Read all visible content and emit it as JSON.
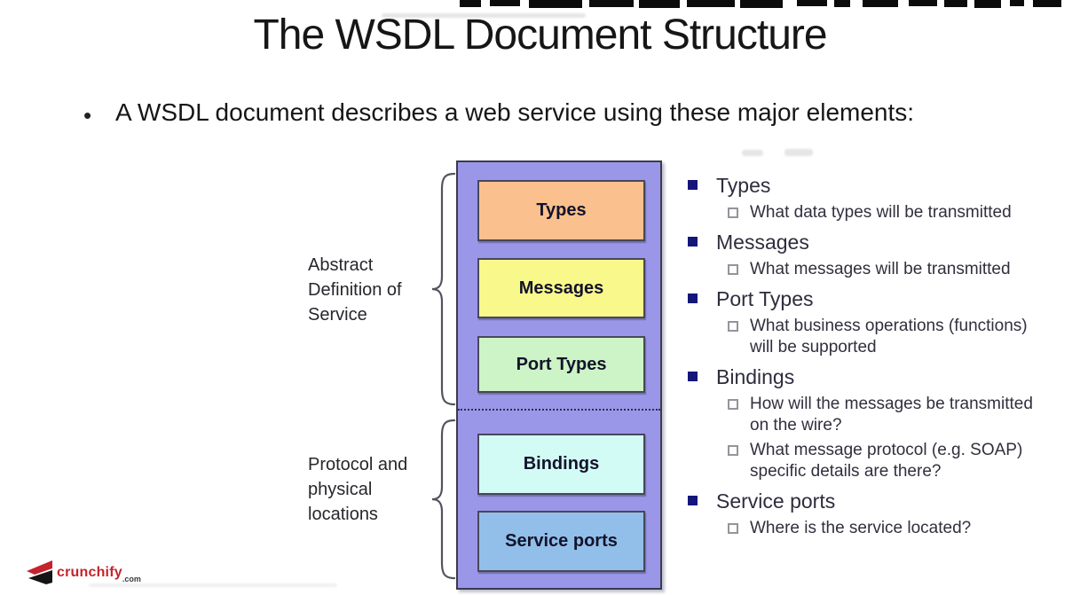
{
  "slide": {
    "title": "The WSDL Document Structure",
    "bullet_glyph": "•",
    "bullet_text": "A WSDL document describes a web service using these major elements:"
  },
  "diagram": {
    "container_color": "#9b97e8",
    "section_labels": [
      {
        "lines": [
          "Abstract",
          "Definition of",
          "Service"
        ]
      },
      {
        "lines": [
          "Protocol and",
          "physical",
          "locations"
        ]
      }
    ],
    "boxes": [
      {
        "label": "Types",
        "color": "#fac08d"
      },
      {
        "label": "Messages",
        "color": "#f9f98b"
      },
      {
        "label": "Port Types",
        "color": "#cdf4c6"
      },
      {
        "label": "Bindings",
        "color": "#d2fbf5"
      },
      {
        "label": "Service ports",
        "color": "#92bfe9"
      }
    ]
  },
  "outline": {
    "bullet_color": "#15157a",
    "items": [
      {
        "label": "Types",
        "subs": [
          {
            "lines": [
              "What data types will be transmitted"
            ]
          }
        ]
      },
      {
        "label": "Messages",
        "subs": [
          {
            "lines": [
              "What messages will be transmitted"
            ]
          }
        ]
      },
      {
        "label": "Port Types",
        "subs": [
          {
            "lines": [
              "What business operations (functions)",
              "will be supported"
            ]
          }
        ]
      },
      {
        "label": "Bindings",
        "subs": [
          {
            "lines": [
              "How will the messages be transmitted",
              "on the wire?"
            ]
          },
          {
            "lines": [
              "What message protocol (e.g. SOAP)",
              "specific details are there?"
            ]
          }
        ]
      },
      {
        "label": "Service ports",
        "subs": [
          {
            "lines": [
              "Where is the service located?"
            ]
          }
        ]
      }
    ]
  },
  "footer": {
    "brand": "crunchify",
    "suffix": ".com",
    "brand_color": "#c4242c"
  }
}
